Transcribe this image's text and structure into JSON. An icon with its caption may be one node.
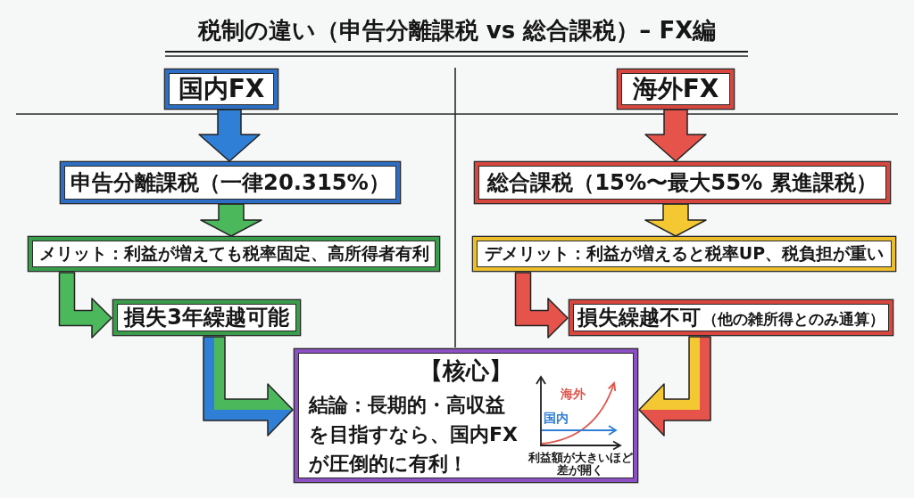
{
  "diagram": {
    "title": "税制の違い（申告分離課税 vs 総合課税）– FX編",
    "nodes": [
      {
        "text": [
          "国内FX"
        ]
      },
      {
        "text": [
          "海外FX"
        ]
      },
      {
        "text": [
          "申告分離課税（一律20.315%）"
        ]
      },
      {
        "text": [
          "総合課税（15%〜最大55% 累進課税）"
        ]
      },
      {
        "text": [
          "メリット：利益が増えても税率固定、高所得者有利"
        ]
      },
      {
        "text": [
          "デメリット：利益が増えると税率UP、税負担が重い"
        ]
      },
      {
        "text": [
          "損失3年繰越可能"
        ]
      },
      {
        "text": [
          "損失繰越不可",
          "（他の雑所得とのみ通算）"
        ]
      },
      {
        "text": [
          "【核心】",
          "結論：長期的・高収益を目指すなら、国内FXが圧倒的に有利！"
        ]
      }
    ],
    "edges": [
      {
        "from": 0,
        "to": 2,
        "arrow": "to",
        "color": "#2f7fd6"
      },
      {
        "from": 2,
        "to": 4,
        "arrow": "to",
        "color": "#4cb85c"
      },
      {
        "from": 4,
        "to": 6,
        "arrow": "to",
        "color": "#4cb85c"
      },
      {
        "from": 1,
        "to": 3,
        "arrow": "to",
        "color": "#e5534b"
      },
      {
        "from": 3,
        "to": 5,
        "arrow": "to",
        "color": "#f4c832"
      },
      {
        "from": 5,
        "to": 7,
        "arrow": "to",
        "color": "#e5534b"
      },
      {
        "from": 6,
        "to": 8,
        "arrow": "to",
        "color": "#2f7fd6"
      },
      {
        "from": 7,
        "to": 8,
        "arrow": "to",
        "color": "#f4c832"
      }
    ],
    "labels": [
      "海外",
      "国内",
      "利益額が大きいほど差が開く"
    ]
  }
}
